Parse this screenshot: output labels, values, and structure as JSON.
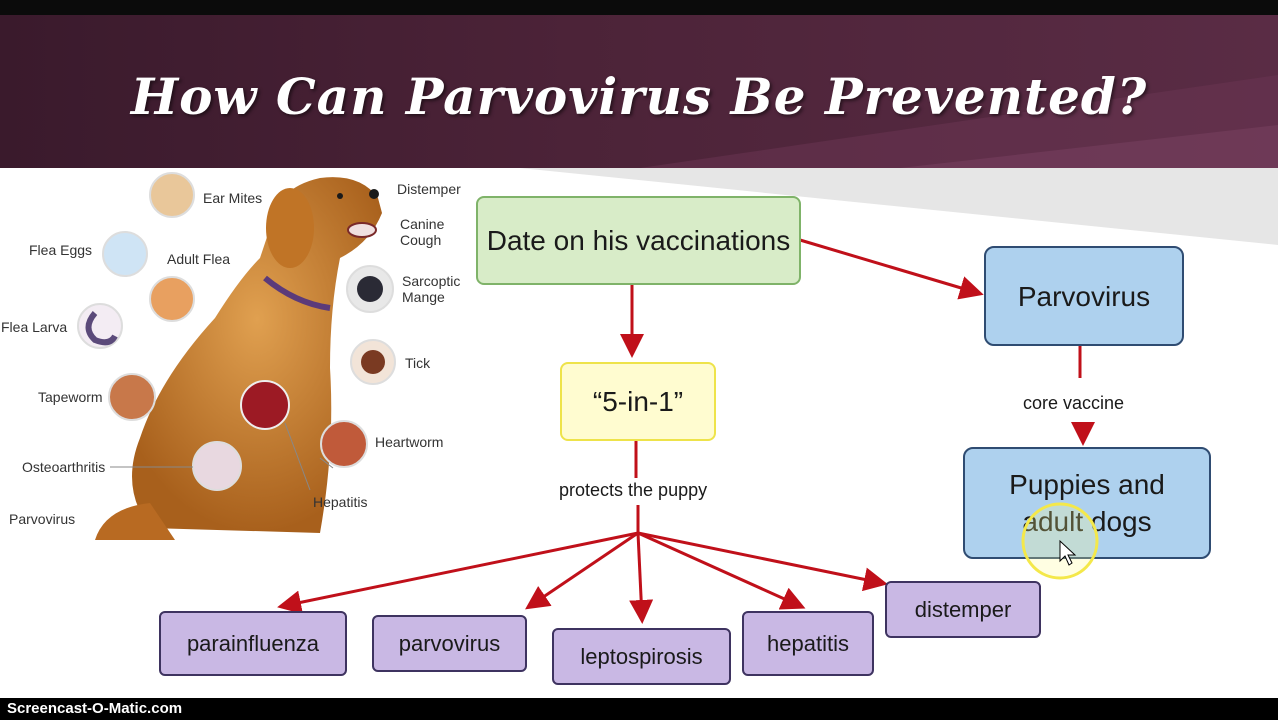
{
  "slide": {
    "title": "How Can Parvovirus Be Prevented?",
    "watermark": "Screencast-O-Matic.com"
  },
  "infographic": {
    "labels": {
      "ear_mites": "Ear Mites",
      "distemper": "Distemper",
      "canine_cough": "Canine Cough",
      "flea_eggs": "Flea Eggs",
      "adult_flea": "Adult Flea",
      "sarcoptic_mange": "Sarcoptic Mange",
      "flea_larva": "Flea Larva",
      "tick": "Tick",
      "tapeworm": "Tapeworm",
      "heartworm": "Heartworm",
      "osteoarthritis": "Osteoarthritis",
      "hepatitis": "Hepatitis",
      "parvovirus": "Parvovirus"
    }
  },
  "diagram": {
    "nodes": {
      "vaccinations": "Date on his vaccinations",
      "five_in_one": "“5-in-1”",
      "parvovirus_main": "Parvovirus",
      "puppies_adults": "Puppies and adult dogs",
      "parainfluenza": "parainfluenza",
      "parvovirus": "parvovirus",
      "leptospirosis": "leptospirosis",
      "hepatitis": "hepatitis",
      "distemper": "distemper"
    },
    "edge_labels": {
      "protects": "protects the puppy",
      "core": "core vaccine"
    },
    "colors": {
      "arrow": "#c0101a",
      "green_fill": "#d8ecc8",
      "yellow_fill": "#fffcd0",
      "blue_fill": "#aed1ee",
      "purple_fill": "#c9b8e4",
      "header": "#4c2338"
    }
  }
}
